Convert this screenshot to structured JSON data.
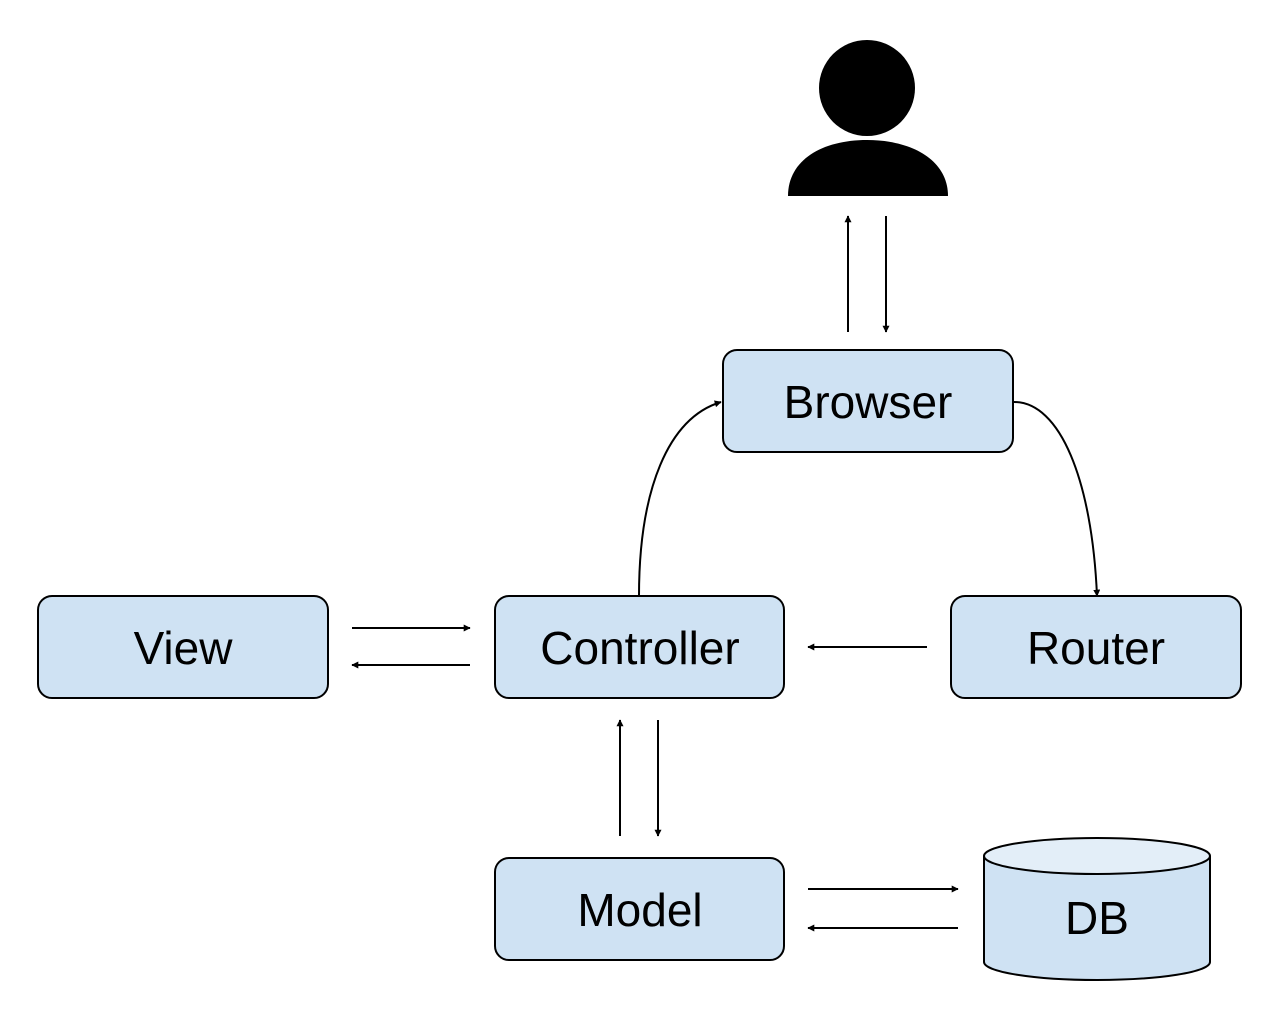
{
  "colors": {
    "node_fill": "#cfe2f3",
    "node_stroke": "#000000",
    "db_top_fill": "#e3eef8",
    "user_icon": "#000000",
    "edge": "#000000"
  },
  "nodes": {
    "browser": {
      "label": "Browser"
    },
    "view": {
      "label": "View"
    },
    "controller": {
      "label": "Controller"
    },
    "router": {
      "label": "Router"
    },
    "model": {
      "label": "Model"
    },
    "db": {
      "label": "DB"
    }
  },
  "icons": {
    "user": "user-icon",
    "database": "database-icon"
  },
  "edges": [
    {
      "from": "browser",
      "to": "user"
    },
    {
      "from": "user",
      "to": "browser"
    },
    {
      "from": "browser",
      "to": "router"
    },
    {
      "from": "router",
      "to": "controller"
    },
    {
      "from": "controller",
      "to": "browser"
    },
    {
      "from": "view",
      "to": "controller"
    },
    {
      "from": "controller",
      "to": "view"
    },
    {
      "from": "controller",
      "to": "model"
    },
    {
      "from": "model",
      "to": "controller"
    },
    {
      "from": "model",
      "to": "db"
    },
    {
      "from": "db",
      "to": "model"
    }
  ]
}
